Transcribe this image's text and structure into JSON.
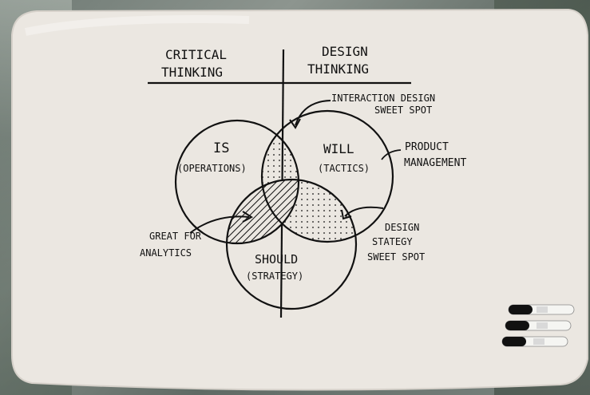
{
  "scene": {
    "board_color": "#ebe7e1",
    "ink_color": "#111111"
  },
  "whiteboard": {
    "header": {
      "left_line1": "CRITICAL",
      "left_line2": "THINKING",
      "right_line1": "DESIGN",
      "right_line2": "THINKING"
    },
    "circles": {
      "is": {
        "title": "IS",
        "subtitle": "(OPERATIONS)"
      },
      "will": {
        "title": "WILL",
        "subtitle": "(TACTICS)"
      },
      "should": {
        "title": "SHOULD",
        "subtitle": "(STRATEGY)"
      }
    },
    "annotations": {
      "interaction_line1": "INTERACTION DESIGN",
      "interaction_line2": "SWEET SPOT",
      "product_line1": "PRODUCT",
      "product_line2": "MANAGEMENT",
      "analytics_line1": "GREAT FOR",
      "analytics_line2": "ANALYTICS",
      "strategy_line1": "DESIGN",
      "strategy_line2": "STATEGY",
      "strategy_line3": "SWEET SPOT"
    },
    "markers": [
      {
        "name": "marker-1",
        "color": "#111111"
      },
      {
        "name": "marker-2",
        "color": "#111111"
      },
      {
        "name": "marker-3",
        "color": "#111111"
      }
    ]
  }
}
